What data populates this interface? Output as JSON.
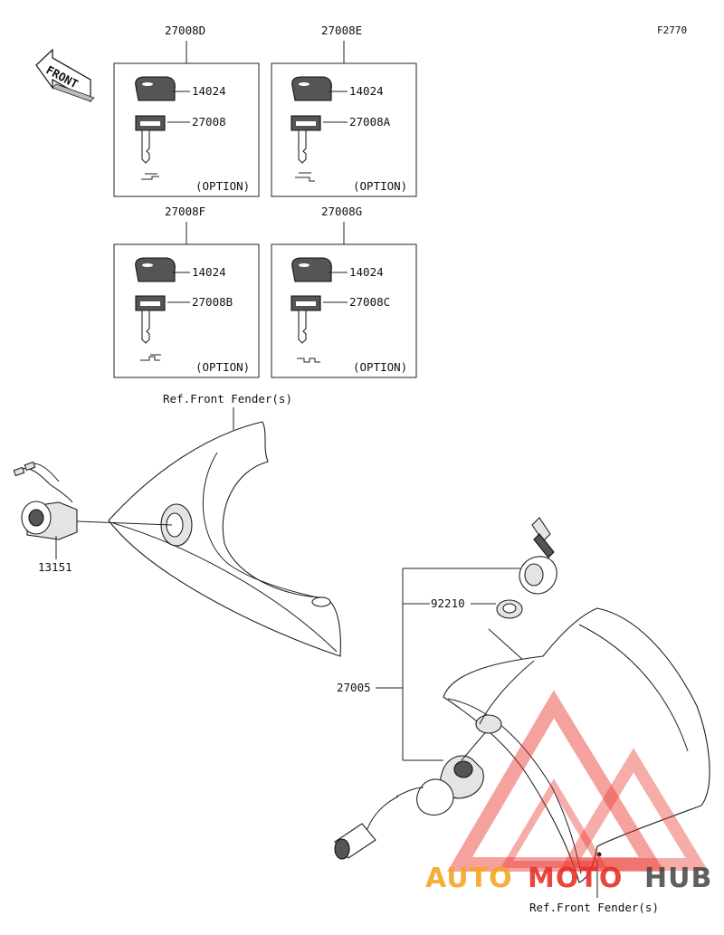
{
  "figure_code": "F2770",
  "front_label": "FRONT",
  "option_sets": [
    {
      "set_no": "27008D",
      "cap_no": "14024",
      "key_no": "27008",
      "option": "(OPTION)"
    },
    {
      "set_no": "27008E",
      "cap_no": "14024",
      "key_no": "27008A",
      "option": "(OPTION)"
    },
    {
      "set_no": "27008F",
      "cap_no": "14024",
      "key_no": "27008B",
      "option": "(OPTION)"
    },
    {
      "set_no": "27008G",
      "cap_no": "14024",
      "key_no": "27008C",
      "option": "(OPTION)"
    }
  ],
  "callouts": {
    "ref_front_fender_top": "Ref.Front Fender(s)",
    "ref_front_fender_bottom": "Ref.Front Fender(s)",
    "socket": "13151",
    "nut": "92210",
    "switch_set": "27005"
  },
  "watermark": {
    "part1": "AUTO",
    "part2": "MOTO",
    "part3": "HUB",
    "color_orange": "#f5a623",
    "color_red": "#e8312a",
    "color_dark": "#444444"
  }
}
